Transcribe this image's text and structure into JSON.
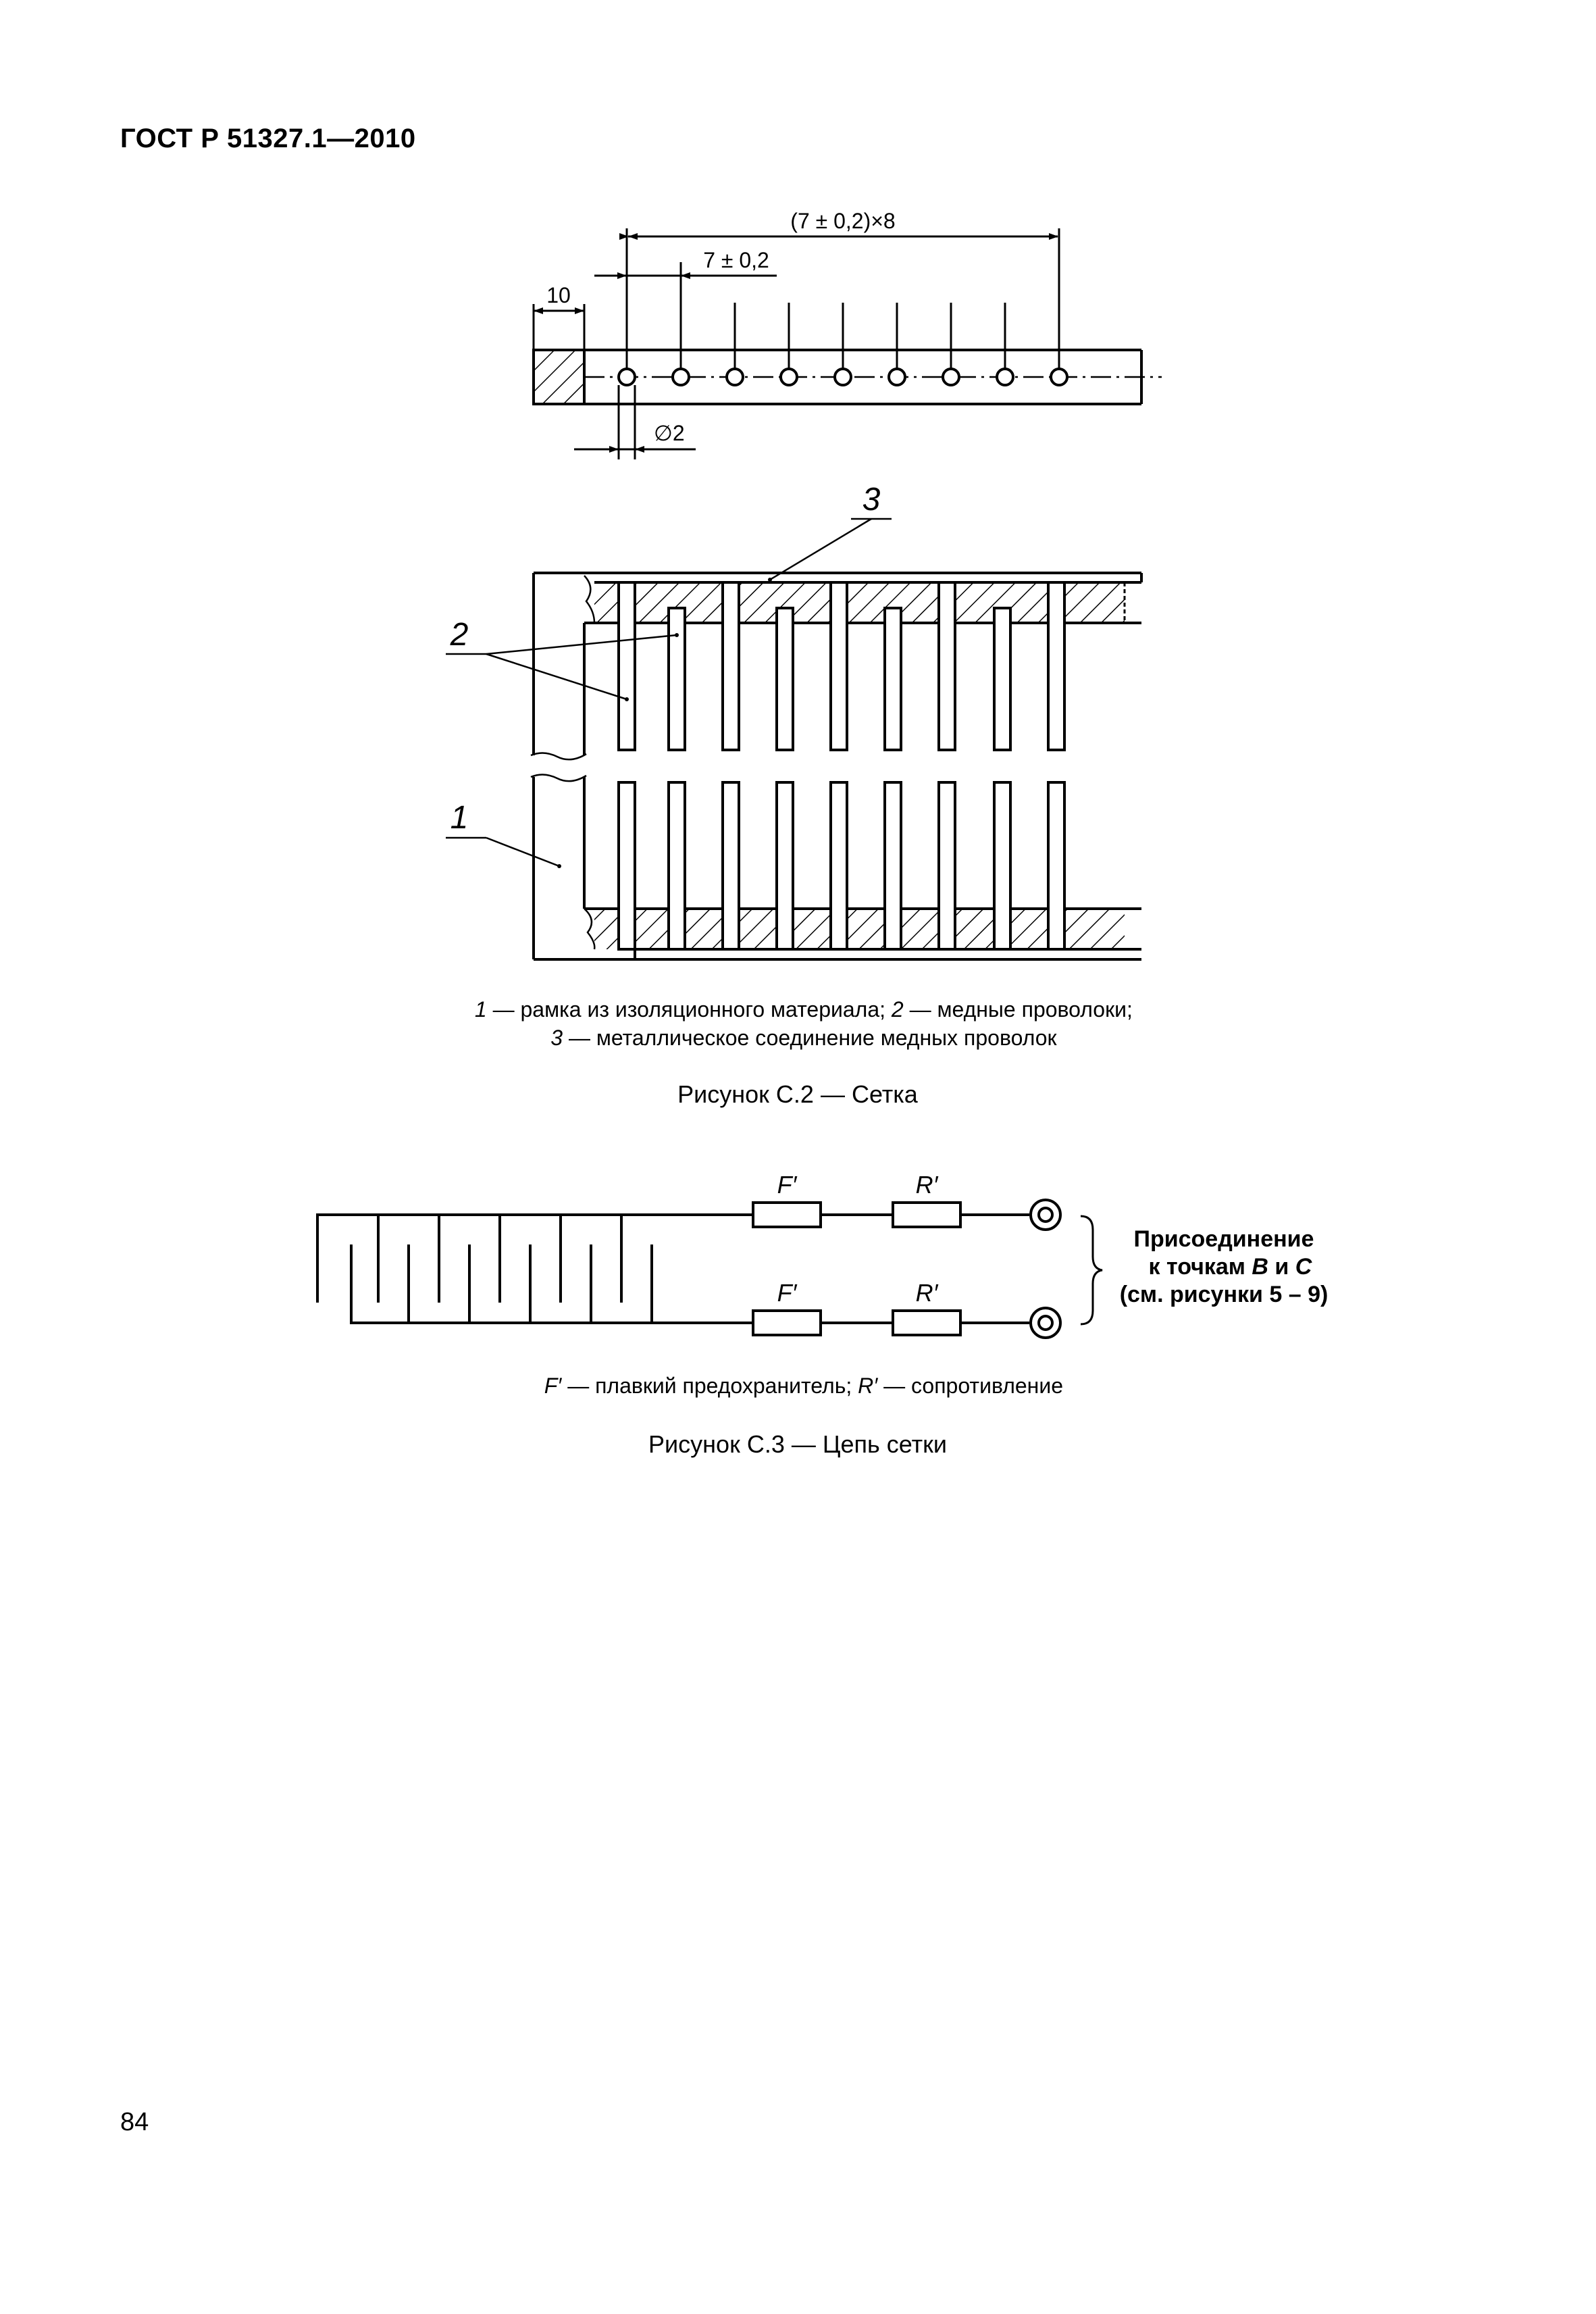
{
  "header": {
    "doc_id": "ГОСТ Р 51327.1—2010"
  },
  "figure_c2": {
    "dimensions": {
      "overall": "(7 ± 0,2)×8",
      "pitch": "7 ± 0,2",
      "offset": "10",
      "hole_diameter": "∅2"
    },
    "callouts": {
      "one": "1",
      "two": "2",
      "three": "3"
    },
    "legend": {
      "line1_num1": "1",
      "line1_text1": " — рамка из изоляционного материала; ",
      "line1_num2": "2",
      "line1_text2": " — медные проволоки;",
      "line2_num": "3",
      "line2_text": " — металлическое соединение медных проволок"
    },
    "caption": "Рисунок С.2 — Сетка"
  },
  "figure_c3": {
    "fuse_label": "F′",
    "resistor_label": "R′",
    "connection": {
      "line1": "Присоединение",
      "line2_prefix": "к точкам ",
      "point_b": "B",
      "and_word": " и ",
      "point_c": "C",
      "line3": "(см. рисунки 5 – 9)"
    },
    "legend": {
      "fuse_symbol": "F′",
      "fuse_text": " — плавкий предохранитель; ",
      "resistor_symbol": "R′",
      "resistor_text": " — сопротивление"
    },
    "caption": "Рисунок С.3 — Цепь сетки"
  },
  "page_number": "84"
}
